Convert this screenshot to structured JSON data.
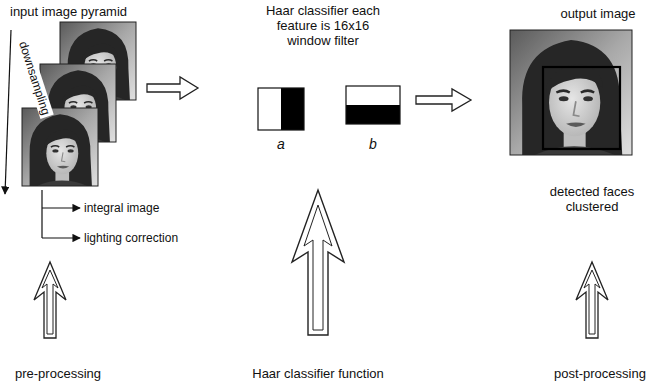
{
  "diagram": {
    "labels": [
      "input image pyramid",
      "downsampling",
      "integral image",
      "lighting correction",
      "pre-processing",
      "Haar classifier each feature is 16x16 window filter",
      "a",
      "b",
      "Haar classifier function",
      "output image",
      "detected faces clustered",
      "post-processing"
    ]
  }
}
